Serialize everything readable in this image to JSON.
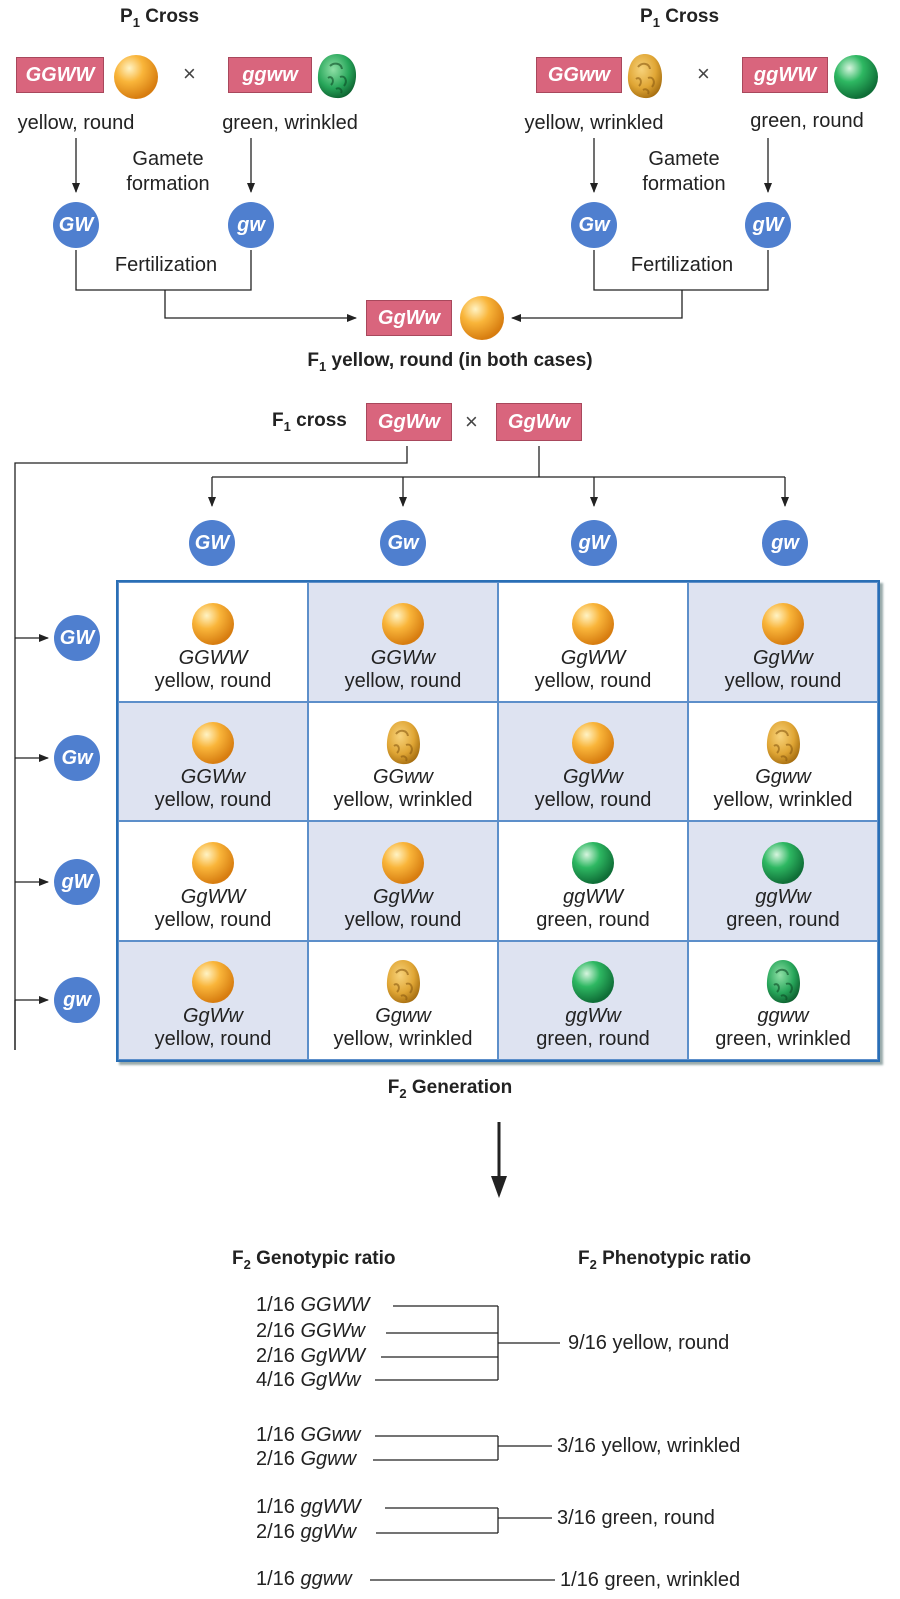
{
  "p1_cross": {
    "left": {
      "title_main": "P",
      "title_sub": "1",
      "title_rest": " Cross",
      "parent1": {
        "genotype": "GGWW",
        "phenotype": "yellow, round"
      },
      "parent2": {
        "genotype": "ggww",
        "phenotype": "green, wrinkled"
      },
      "gamete_label_1": "Gamete",
      "gamete_label_2": "formation",
      "gamete1": "GW",
      "gamete2": "gw",
      "fertilization": "Fertilization"
    },
    "right": {
      "title_main": "P",
      "title_sub": "1",
      "title_rest": " Cross",
      "parent1": {
        "genotype": "GGww",
        "phenotype": "yellow, wrinkled"
      },
      "parent2": {
        "genotype": "ggWW",
        "phenotype": "green, round"
      },
      "gamete_label_1": "Gamete",
      "gamete_label_2": "formation",
      "gamete1": "Gw",
      "gamete2": "gW",
      "fertilization": "Fertilization"
    },
    "times": "×"
  },
  "f1": {
    "genotype": "GgWw",
    "caption_main": "F",
    "caption_sub": "1",
    "caption_rest": " yellow, round (in both cases)",
    "cross_main": "F",
    "cross_sub": "1",
    "cross_rest": " cross",
    "cross_parent1": "GgWw",
    "cross_parent2": "GgWw"
  },
  "punnett": {
    "col_gametes": [
      "GW",
      "Gw",
      "gW",
      "gw"
    ],
    "row_gametes": [
      "GW",
      "Gw",
      "gW",
      "gw"
    ],
    "cells": [
      [
        {
          "g": "GGWW",
          "p": "yellow, round",
          "pea": "yellow-round"
        },
        {
          "g": "GGWw",
          "p": "yellow, round",
          "pea": "yellow-round"
        },
        {
          "g": "GgWW",
          "p": "yellow, round",
          "pea": "yellow-round"
        },
        {
          "g": "GgWw",
          "p": "yellow, round",
          "pea": "yellow-round"
        }
      ],
      [
        {
          "g": "GGWw",
          "p": "yellow, round",
          "pea": "yellow-round"
        },
        {
          "g": "GGww",
          "p": "yellow, wrinkled",
          "pea": "yellow-wrinkled"
        },
        {
          "g": "GgWw",
          "p": "yellow, round",
          "pea": "yellow-round"
        },
        {
          "g": "Ggww",
          "p": "yellow, wrinkled",
          "pea": "yellow-wrinkled"
        }
      ],
      [
        {
          "g": "GgWW",
          "p": "yellow, round",
          "pea": "yellow-round"
        },
        {
          "g": "GgWw",
          "p": "yellow, round",
          "pea": "yellow-round"
        },
        {
          "g": "ggWW",
          "p": "green, round",
          "pea": "green-round"
        },
        {
          "g": "ggWw",
          "p": "green, round",
          "pea": "green-round"
        }
      ],
      [
        {
          "g": "GgWw",
          "p": "yellow, round",
          "pea": "yellow-round"
        },
        {
          "g": "Ggww",
          "p": "yellow, wrinkled",
          "pea": "yellow-wrinkled"
        },
        {
          "g": "ggWw",
          "p": "green, round",
          "pea": "green-round"
        },
        {
          "g": "ggww",
          "p": "green, wrinkled",
          "pea": "green-wrinkled"
        }
      ]
    ],
    "caption_main": "F",
    "caption_sub": "2",
    "caption_rest": " Generation"
  },
  "ratios": {
    "geno_head_main": "F",
    "geno_head_sub": "2",
    "geno_head_rest": " Genotypic ratio",
    "pheno_head_main": "F",
    "pheno_head_sub": "2",
    "pheno_head_rest": " Phenotypic ratio",
    "genotypes": [
      {
        "frac": "1/16",
        "g": "GGWW"
      },
      {
        "frac": "2/16",
        "g": "GGWw"
      },
      {
        "frac": "2/16",
        "g": "GgWW"
      },
      {
        "frac": "4/16",
        "g": "GgWw"
      },
      {
        "frac": "1/16",
        "g": "GGww"
      },
      {
        "frac": "2/16",
        "g": "Ggww"
      },
      {
        "frac": "1/16",
        "g": "ggWW"
      },
      {
        "frac": "2/16",
        "g": "ggWw"
      },
      {
        "frac": "1/16",
        "g": "ggww"
      }
    ],
    "phenotypes": [
      "9/16 yellow, round",
      "3/16 yellow, wrinkled",
      "3/16 green, round",
      "1/16 green, wrinkled"
    ]
  },
  "colors": {
    "genotype_box": "#d9657d",
    "gamete_circle": "#4f7fcf",
    "grid_border": "#2a6fb5",
    "cell_shade": "#dee3f1"
  }
}
